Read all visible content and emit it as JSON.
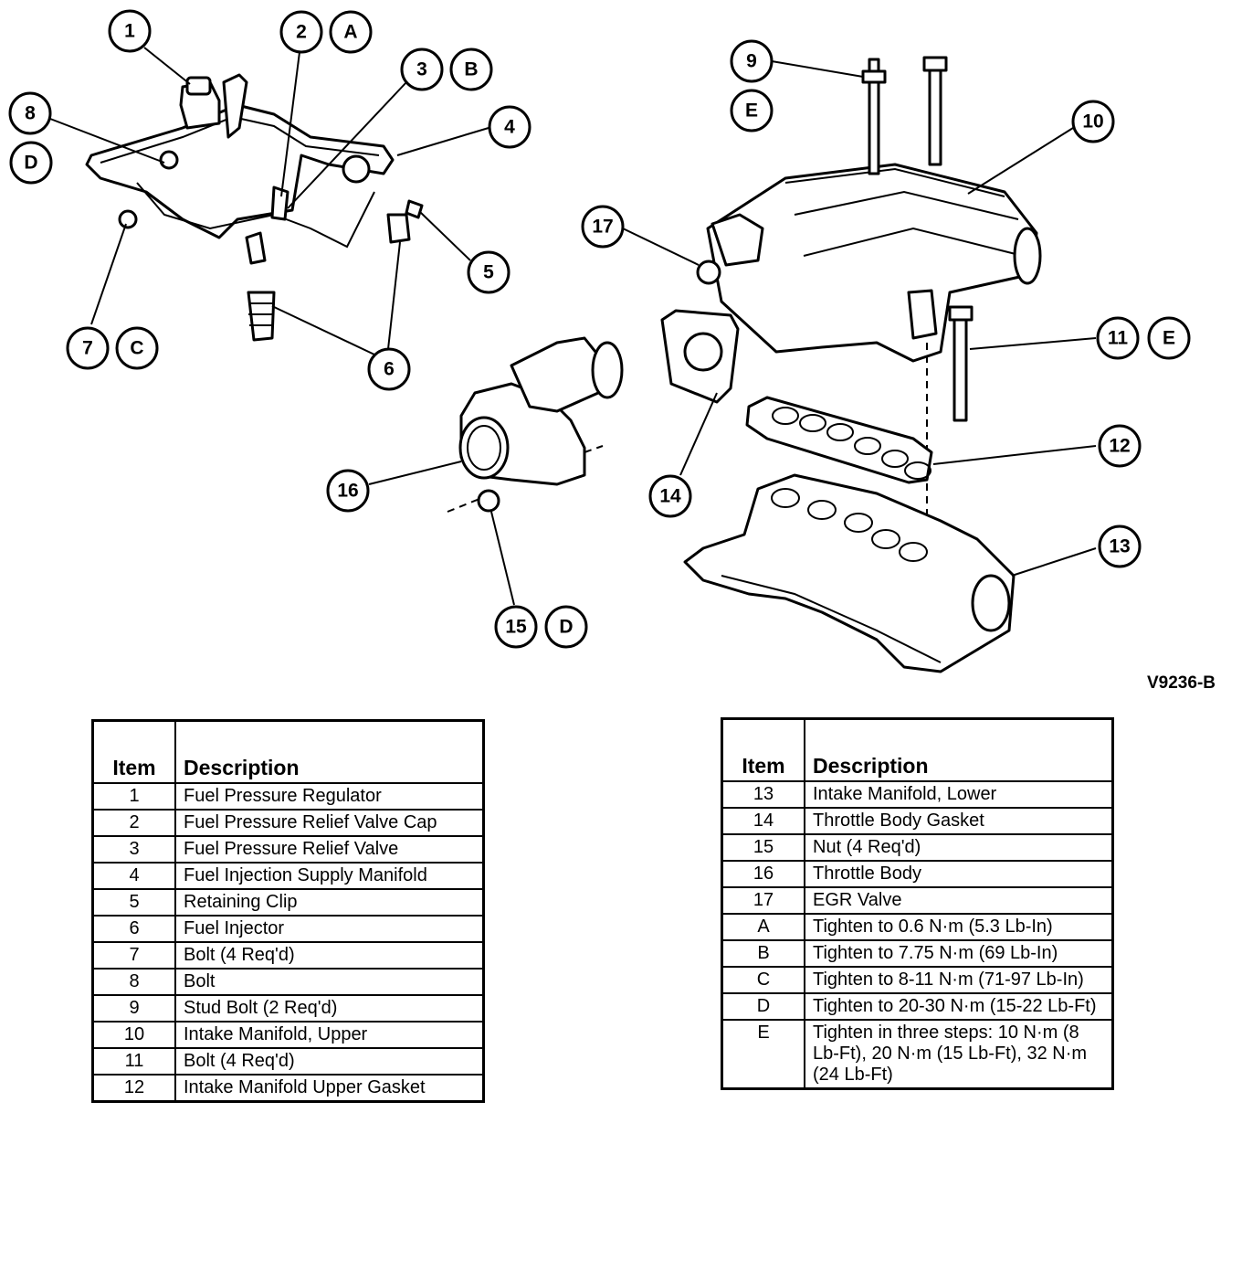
{
  "figure_id": "V9236-B",
  "callouts": [
    {
      "label": "1"
    },
    {
      "label": "2"
    },
    {
      "label": "A"
    },
    {
      "label": "3"
    },
    {
      "label": "B"
    },
    {
      "label": "4"
    },
    {
      "label": "8"
    },
    {
      "label": "D"
    },
    {
      "label": "5"
    },
    {
      "label": "7"
    },
    {
      "label": "C"
    },
    {
      "label": "6"
    },
    {
      "label": "9"
    },
    {
      "label": "E"
    },
    {
      "label": "10"
    },
    {
      "label": "17"
    },
    {
      "label": "11"
    },
    {
      "label": "E"
    },
    {
      "label": "12"
    },
    {
      "label": "16"
    },
    {
      "label": "14"
    },
    {
      "label": "13"
    },
    {
      "label": "15"
    },
    {
      "label": "D"
    }
  ],
  "tables": {
    "header_item": "Item",
    "header_description": "Description",
    "left_rows": [
      {
        "item": "1",
        "desc": "Fuel Pressure Regulator"
      },
      {
        "item": "2",
        "desc": "Fuel Pressure Relief Valve Cap"
      },
      {
        "item": "3",
        "desc": "Fuel Pressure Relief Valve"
      },
      {
        "item": "4",
        "desc": "Fuel Injection Supply Manifold"
      },
      {
        "item": "5",
        "desc": "Retaining Clip"
      },
      {
        "item": "6",
        "desc": "Fuel Injector"
      },
      {
        "item": "7",
        "desc": "Bolt (4 Req'd)"
      },
      {
        "item": "8",
        "desc": "Bolt"
      },
      {
        "item": "9",
        "desc": "Stud Bolt (2 Req'd)"
      },
      {
        "item": "10",
        "desc": "Intake Manifold, Upper"
      },
      {
        "item": "11",
        "desc": "Bolt (4 Req'd)"
      },
      {
        "item": "12",
        "desc": "Intake Manifold Upper Gasket"
      }
    ],
    "right_rows": [
      {
        "item": "13",
        "desc": "Intake Manifold, Lower"
      },
      {
        "item": "14",
        "desc": "Throttle Body Gasket"
      },
      {
        "item": "15",
        "desc": "Nut (4 Req'd)"
      },
      {
        "item": "16",
        "desc": "Throttle Body"
      },
      {
        "item": "17",
        "desc": "EGR Valve"
      },
      {
        "item": "A",
        "desc": "Tighten to 0.6 N·m (5.3 Lb-In)"
      },
      {
        "item": "B",
        "desc": "Tighten to 7.75 N·m (69 Lb-In)"
      },
      {
        "item": "C",
        "desc": "Tighten to 8-11 N·m (71-97 Lb-In)"
      },
      {
        "item": "D",
        "desc": "Tighten to 20-30 N·m (15-22 Lb-Ft)"
      },
      {
        "item": "E",
        "desc": "Tighten in three steps: 10 N·m (8 Lb-Ft), 20 N·m (15 Lb-Ft), 32 N·m (24 Lb-Ft)"
      }
    ]
  }
}
